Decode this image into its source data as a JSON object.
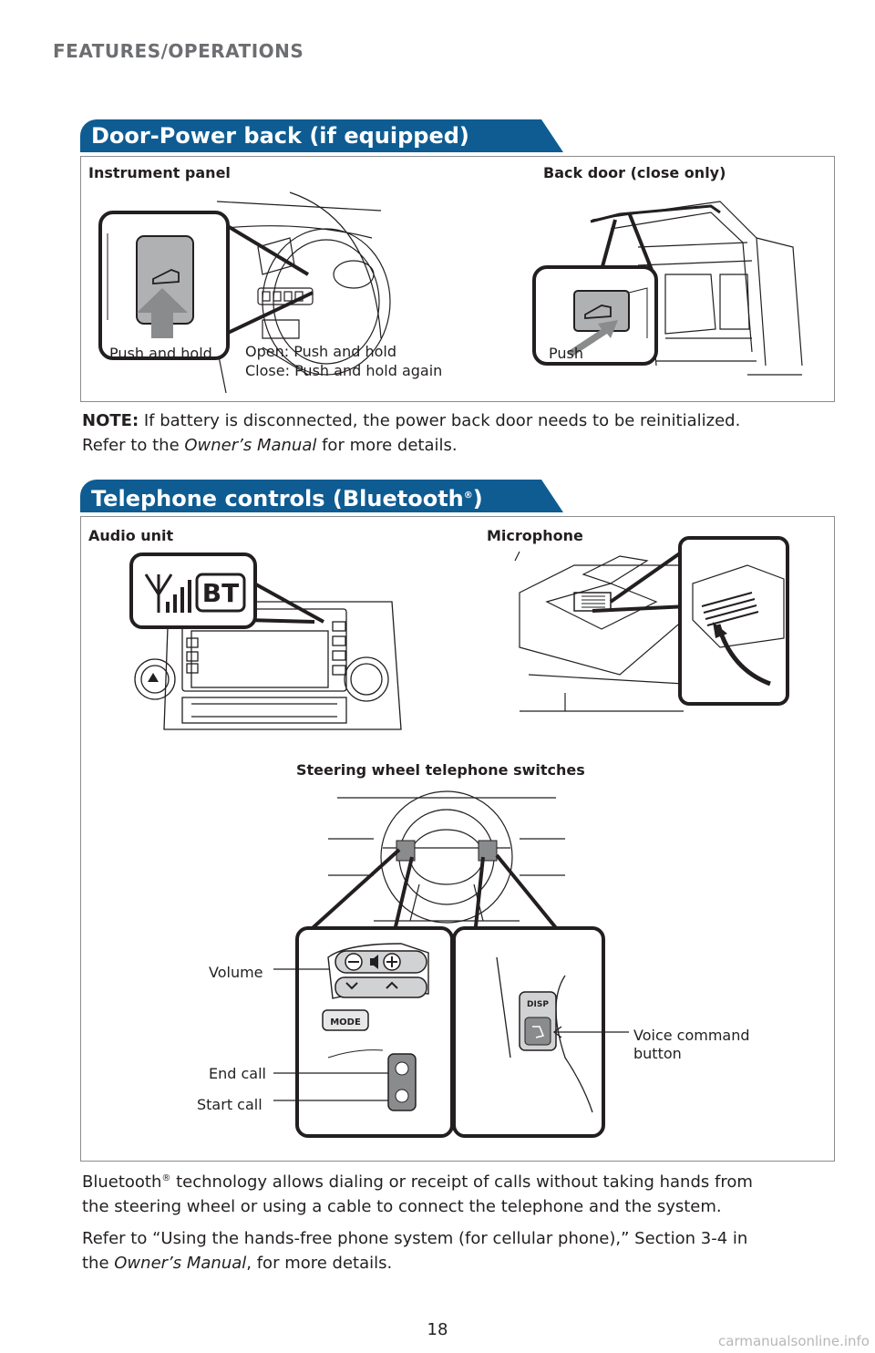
{
  "header": {
    "section": "FEATURES/OPERATIONS"
  },
  "door": {
    "title": "Door-Power back (if equipped)",
    "instrument_panel_label": "Instrument panel",
    "back_door_label": "Back door (close only)",
    "push_and_hold": "Push and hold",
    "open_caption": "Open: Push and hold",
    "close_caption": "Close: Push and hold again",
    "push": "Push",
    "note_label": "NOTE:",
    "note_text_1": " If battery is disconnected, the power back door needs to be reinitialized.",
    "note_text_2a": "Refer to the ",
    "note_manual": "Owner’s Manual",
    "note_text_2b": " for more details."
  },
  "phone": {
    "title": "Telephone controls (Bluetooth",
    "title_reg": "®",
    "title_end": ")",
    "audio_unit_label": "Audio unit",
    "bt_text": "BT",
    "microphone_label": "Microphone",
    "steering_label": "Steering wheel telephone switches",
    "mode_text": "MODE",
    "disp_text": "DISP",
    "volume": "Volume",
    "end_call": "End call",
    "start_call": "Start call",
    "voice_command_1": "Voice command",
    "voice_command_2": "button"
  },
  "body": {
    "p1a": "Bluetooth",
    "p1reg": "®",
    "p1b": " technology allows dialing or receipt of calls without taking hands from",
    "p1c": "the steering wheel or using a cable to connect the telephone and the system.",
    "p2a": "Refer to “Using the hands-free phone system (for cellular phone),” Section 3-4 in",
    "p2b": "the ",
    "p2manual": "Owner’s Manual",
    "p2c": ", for more details."
  },
  "footer": {
    "page_number": "18",
    "watermark": "carmanualsonline.info"
  },
  "colors": {
    "banner": "#0e5c92",
    "section_title": "#6d6e71",
    "border": "#8c8c8c"
  }
}
